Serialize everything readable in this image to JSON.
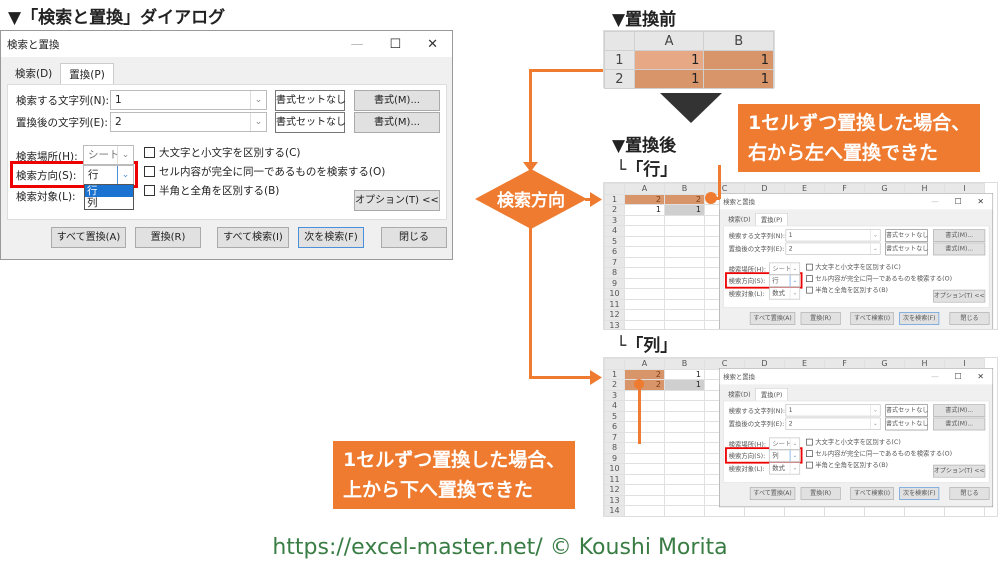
{
  "heading_dialog": "▼「検索と置換」ダイアログ",
  "heading_before": "▼置換前",
  "heading_after": "▼置換後",
  "label_row": "└「行」",
  "label_col": "└「列」",
  "diamond": "検索方向",
  "callout_right": [
    "1セルずつ置換した場合、",
    "右から左へ置換できた"
  ],
  "callout_left": [
    "1セルずつ置換した場合、",
    "上から下へ置換できた"
  ],
  "footer": "https://excel-master.net/  © Koushi Morita",
  "colors": {
    "accent": "#ee7b30",
    "footer": "#3a7d44",
    "highlight": "#e00000"
  },
  "dialog": {
    "title": "検索と置換",
    "min": "—",
    "max": "☐",
    "close": "✕",
    "tab_find": "検索(D)",
    "tab_replace": "置換(P)",
    "find_label": "検索する文字列(N):",
    "find_value": "1",
    "replace_label": "置換後の文字列(E):",
    "replace_value": "2",
    "no_format": "書式セットなし",
    "format": "書式(M)...",
    "within_label": "検索場所(H):",
    "within_value": "シート",
    "direction_label": "検索方向(S):",
    "direction_value": "行",
    "lookin_label": "検索対象(L):",
    "lookin_value": "",
    "options": [
      "行",
      "列"
    ],
    "cb_case": "大文字と小文字を区別する(C)",
    "cb_whole": "セル内容が完全に同一であるものを検索する(O)",
    "cb_width": "半角と全角を区別する(B)",
    "options_btn": "オプション(T) <<",
    "replace_all": "すべて置換(A)",
    "replace": "置換(R)",
    "find_all": "すべて検索(I)",
    "find_next": "次を検索(F)",
    "close_btn": "閉じる"
  },
  "before": {
    "cols": [
      "A",
      "B"
    ],
    "rows": [
      {
        "n": "1",
        "a": "1",
        "b": "1"
      },
      {
        "n": "2",
        "a": "1",
        "b": "1"
      }
    ]
  },
  "after_row": {
    "cols": [
      "A",
      "B",
      "C",
      "D",
      "E",
      "F",
      "G",
      "H",
      "I"
    ],
    "rows": [
      [
        "2",
        "2"
      ],
      [
        "1",
        "1"
      ]
    ],
    "dialog": {
      "title": "検索と置換",
      "min": "—",
      "max": "☐",
      "close": "✕",
      "tab_find": "検索(D)",
      "tab_replace": "置換(P)",
      "find_label": "検索する文字列(N):",
      "find_value": "1",
      "replace_label": "置換後の文字列(E):",
      "replace_value": "2",
      "no_format": "書式セットなし",
      "format": "書式(M)...",
      "within_label": "検索場所(H):",
      "within_value": "シート",
      "direction_label": "検索方向(S):",
      "direction_value": "行",
      "lookin_label": "検索対象(L):",
      "lookin_value": "数式",
      "cb_case": "大文字と小文字を区別する(C)",
      "cb_whole": "セル内容が完全に同一であるものを検索する(O)",
      "cb_width": "半角と全角を区別する(B)",
      "options_btn": "オプション(T) <<",
      "replace_all": "すべて置換(A)",
      "replace": "置換(R)",
      "find_all": "すべて検索(I)",
      "find_next": "次を検索(F)",
      "close_btn": "閉じる"
    }
  },
  "after_col": {
    "cols": [
      "A",
      "B",
      "C",
      "D",
      "E",
      "F",
      "G",
      "H",
      "I"
    ],
    "rows": [
      [
        "2",
        "1"
      ],
      [
        "2",
        "1"
      ]
    ],
    "dialog": {
      "title": "検索と置換",
      "min": "—",
      "max": "☐",
      "close": "✕",
      "tab_find": "検索(D)",
      "tab_replace": "置換(P)",
      "find_label": "検索する文字列(N):",
      "find_value": "1",
      "replace_label": "置換後の文字列(E):",
      "replace_value": "2",
      "no_format": "書式セットなし",
      "format": "書式(M)...",
      "within_label": "検索場所(H):",
      "within_value": "シート",
      "direction_label": "検索方向(S):",
      "direction_value": "列",
      "lookin_label": "検索対象(L):",
      "lookin_value": "数式",
      "cb_case": "大文字と小文字を区別する(C)",
      "cb_whole": "セル内容が完全に同一であるものを検索する(O)",
      "cb_width": "半角と全角を区別する(B)",
      "options_btn": "オプション(T) <<",
      "replace_all": "すべて置換(A)",
      "replace": "置換(R)",
      "find_all": "すべて検索(I)",
      "find_next": "次を検索(F)",
      "close_btn": "閉じる"
    }
  }
}
